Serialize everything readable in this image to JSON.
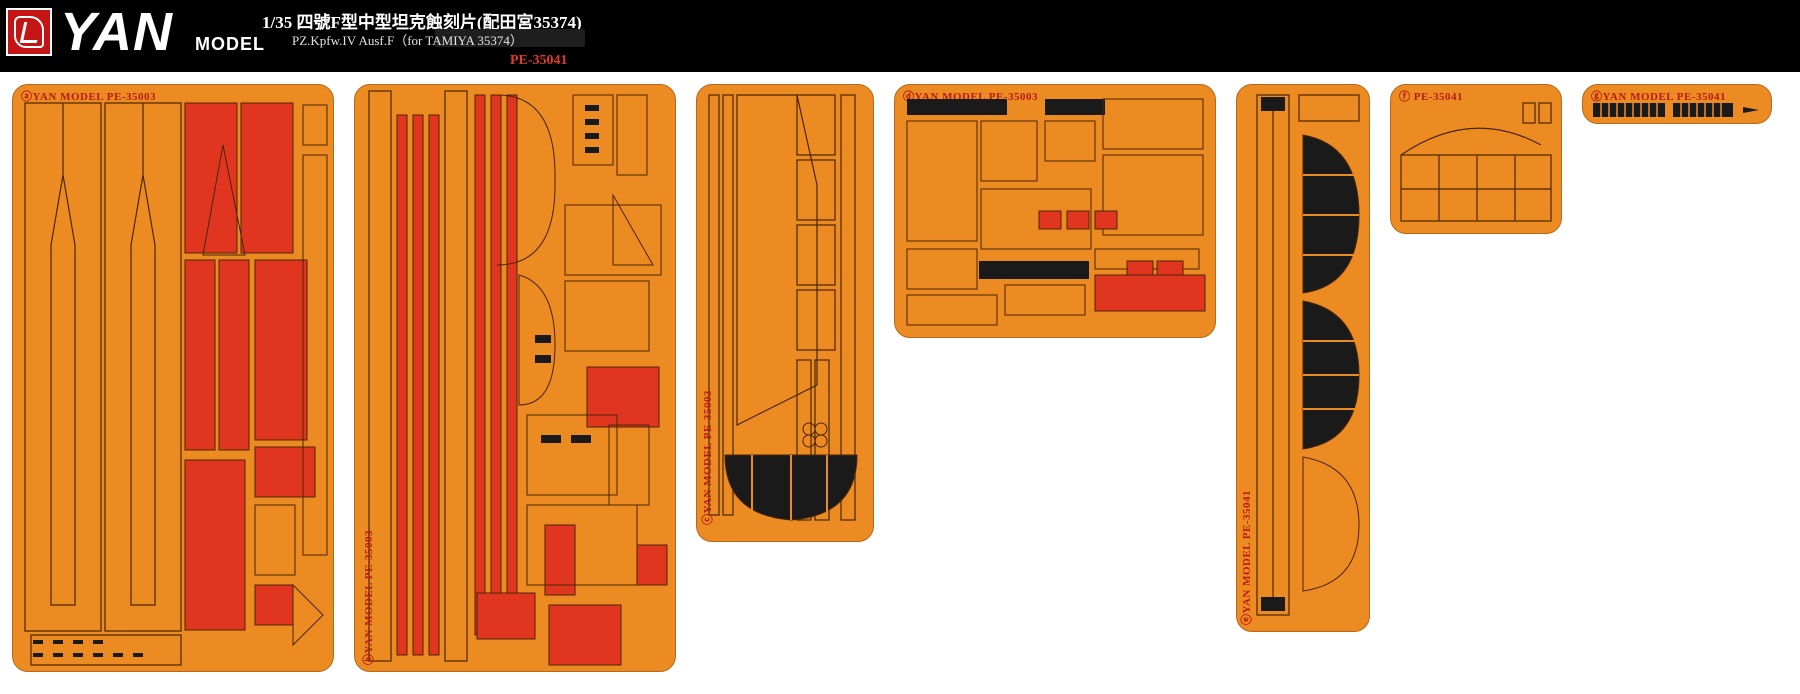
{
  "header": {
    "brand": "YAN",
    "brand_suffix": "MODEL",
    "title": "1/35 四號F型中型坦克蝕刻片(配田宮35374)",
    "subtitle": "PZ.Kpfw.IV Ausf.F（for TAMIYA 35374）",
    "product_code": "PE-35041"
  },
  "sheets": {
    "a": {
      "label": "ⓐYAN MODEL PE-35003"
    },
    "b": {
      "label": "ⓑYAN MODEL PE-35003"
    },
    "c": {
      "label": "ⓒYAN MODEL PE-35003"
    },
    "d": {
      "label": "ⓓYAN MODEL PE-35003"
    },
    "e": {
      "label": "ⓔYAN MODEL PE-35041"
    },
    "f": {
      "label": "ⓕ PE-35041"
    },
    "g": {
      "label": "ⓖYAN MODEL PE-35041"
    }
  },
  "colors": {
    "brass": "#ec8b22",
    "red_panel": "#e0361f",
    "dark_line": "#4a2508",
    "black_part": "#1a1a1a",
    "label_red": "#b81b12"
  }
}
